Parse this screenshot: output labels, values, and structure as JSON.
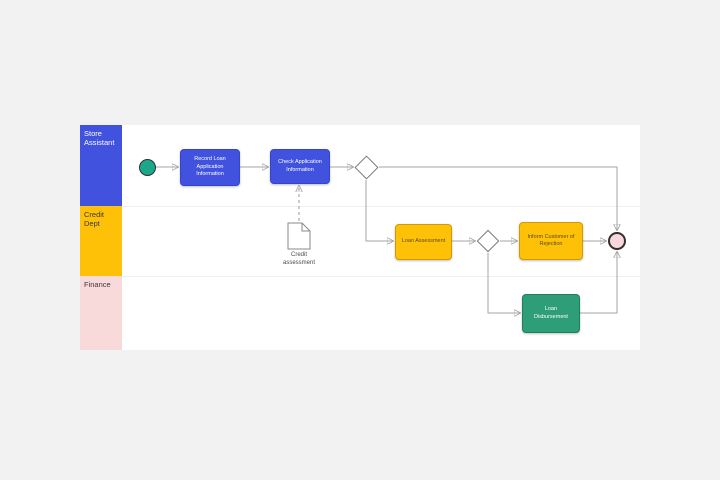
{
  "lanes": [
    {
      "label": "Store Assistant",
      "color": "#4153de"
    },
    {
      "label": "Credit Dept",
      "color": "#ffc107"
    },
    {
      "label": "Finance",
      "color": "#f8dadb"
    }
  ],
  "nodes": {
    "start_event": {
      "type": "start",
      "color": "#1ba88a"
    },
    "end_event": {
      "type": "end",
      "color": "#f8d7da"
    },
    "tasks": [
      {
        "id": "record-loan",
        "label": "Record Loan Application Information",
        "color": "#4153de"
      },
      {
        "id": "check-application",
        "label": "Check Application Information",
        "color": "#4153de"
      },
      {
        "id": "loan-assessment",
        "label": "Loan Assessment",
        "color": "#ffc107"
      },
      {
        "id": "inform-rejection",
        "label": "Inform Customer of Rejection",
        "color": "#ffc107"
      },
      {
        "id": "loan-disbursement",
        "label": "Loan Disbursement",
        "color": "#2d9e77"
      }
    ],
    "data_object": {
      "label": "Credit assessment"
    },
    "gateways": [
      {
        "id": "gateway-1",
        "type": "exclusive"
      },
      {
        "id": "gateway-2",
        "type": "exclusive"
      }
    ]
  },
  "flows": [
    {
      "from": "start-event",
      "to": "record-loan",
      "style": "solid"
    },
    {
      "from": "record-loan",
      "to": "check-application",
      "style": "solid"
    },
    {
      "from": "check-application",
      "to": "gateway-1",
      "style": "solid"
    },
    {
      "from": "gateway-1",
      "to": "end-event",
      "style": "solid"
    },
    {
      "from": "gateway-1",
      "to": "loan-assessment",
      "style": "solid"
    },
    {
      "from": "loan-assessment",
      "to": "gateway-2",
      "style": "solid"
    },
    {
      "from": "gateway-2",
      "to": "inform-rejection",
      "style": "solid"
    },
    {
      "from": "inform-rejection",
      "to": "end-event",
      "style": "solid"
    },
    {
      "from": "gateway-2",
      "to": "loan-disbursement",
      "style": "solid"
    },
    {
      "from": "loan-disbursement",
      "to": "end-event",
      "style": "solid"
    },
    {
      "from": "credit-assessment",
      "to": "check-application",
      "style": "dashed"
    }
  ]
}
